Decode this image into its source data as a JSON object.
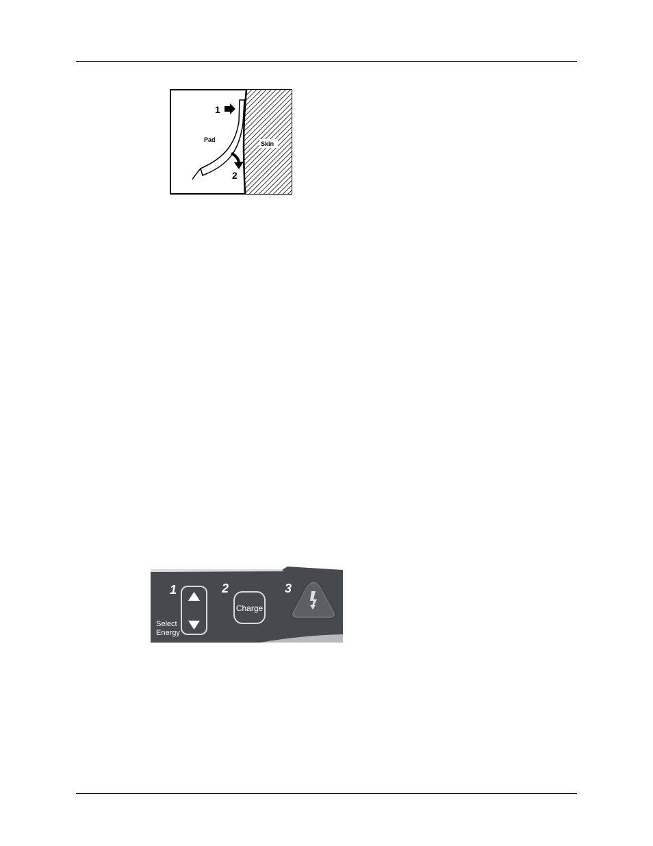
{
  "pad_figure": {
    "step1_label": "1",
    "step2_label": "2",
    "pad_label": "Pad",
    "skin_label": "Skin"
  },
  "control_panel": {
    "step1_number": "1",
    "step2_number": "2",
    "step3_number": "3",
    "select_energy_line1": "Select",
    "select_energy_line2": "Energy",
    "charge_label": "Charge",
    "up_arrow_icon": "triangle-up-icon",
    "down_arrow_icon": "triangle-down-icon",
    "shock_icon": "lightning-bolt-icon",
    "colors": {
      "panel_bg": "#464a4f",
      "panel_light": "#d9dadb",
      "shock_triangle": "#6b6e72"
    }
  }
}
